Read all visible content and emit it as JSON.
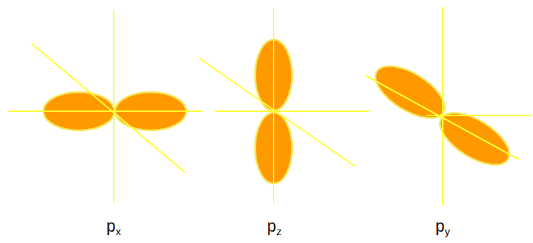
{
  "diagram": {
    "labels": [
      "px",
      "pz",
      "py"
    ]
  }
}
